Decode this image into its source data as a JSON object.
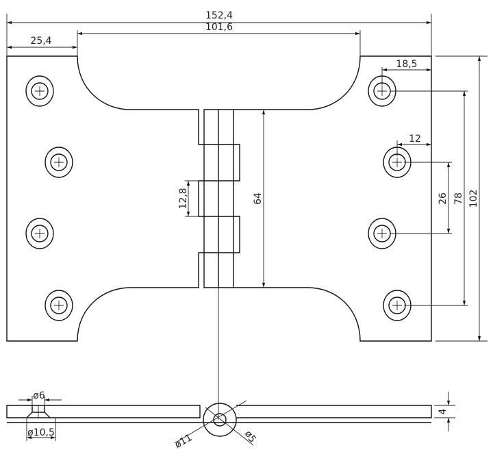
{
  "drawing": {
    "dimensions": {
      "overall_width": "152,4",
      "cutout_width": "101,6",
      "leaf_edge": "25,4",
      "hole_edge_outer": "18,5",
      "hole_edge_inner": "12",
      "knuckle_segment": "12,8",
      "knuckle_height": "64",
      "hole_spacing_inner": "26",
      "hole_spacing_outer": "78",
      "overall_height": "102",
      "hole_diameter": "ø6",
      "countersink_diameter": "ø10,5",
      "knuckle_diameter": "ø11",
      "pin_diameter": "ø5",
      "thickness": "4"
    },
    "colors": {
      "line": "#111111",
      "background": "#ffffff"
    }
  }
}
